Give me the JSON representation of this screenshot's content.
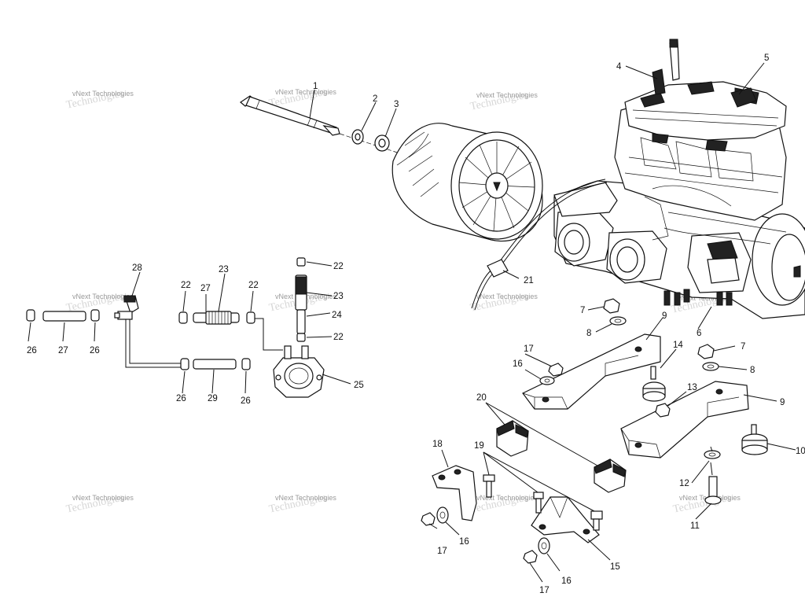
{
  "watermark": {
    "line1": "vNext Technologies",
    "line2": "Technologies"
  },
  "callouts": [
    {
      "id": "c1",
      "text": "1"
    },
    {
      "id": "c2",
      "text": "2"
    },
    {
      "id": "c3",
      "text": "3"
    },
    {
      "id": "c4",
      "text": "4"
    },
    {
      "id": "c5",
      "text": "5"
    },
    {
      "id": "c6",
      "text": "6"
    },
    {
      "id": "c7a",
      "text": "7"
    },
    {
      "id": "c7b",
      "text": "7"
    },
    {
      "id": "c8a",
      "text": "8"
    },
    {
      "id": "c8b",
      "text": "8"
    },
    {
      "id": "c9a",
      "text": "9"
    },
    {
      "id": "c9b",
      "text": "9"
    },
    {
      "id": "c10",
      "text": "10"
    },
    {
      "id": "c11",
      "text": "11"
    },
    {
      "id": "c12",
      "text": "12"
    },
    {
      "id": "c13",
      "text": "13"
    },
    {
      "id": "c14",
      "text": "14"
    },
    {
      "id": "c15",
      "text": "15"
    },
    {
      "id": "c16a",
      "text": "16"
    },
    {
      "id": "c16b",
      "text": "16"
    },
    {
      "id": "c16c",
      "text": "16"
    },
    {
      "id": "c17a",
      "text": "17"
    },
    {
      "id": "c17b",
      "text": "17"
    },
    {
      "id": "c17c",
      "text": "17"
    },
    {
      "id": "c18",
      "text": "18"
    },
    {
      "id": "c19",
      "text": "19"
    },
    {
      "id": "c20",
      "text": "20"
    },
    {
      "id": "c21",
      "text": "21"
    },
    {
      "id": "c22a",
      "text": "22"
    },
    {
      "id": "c22b",
      "text": "22"
    },
    {
      "id": "c22c",
      "text": "22"
    },
    {
      "id": "c22d",
      "text": "22"
    },
    {
      "id": "c23a",
      "text": "23"
    },
    {
      "id": "c23b",
      "text": "23"
    },
    {
      "id": "c24",
      "text": "24"
    },
    {
      "id": "c25",
      "text": "25"
    },
    {
      "id": "c26a",
      "text": "26"
    },
    {
      "id": "c26b",
      "text": "26"
    },
    {
      "id": "c26c",
      "text": "26"
    },
    {
      "id": "c26d",
      "text": "26"
    },
    {
      "id": "c27a",
      "text": "27"
    },
    {
      "id": "c27b",
      "text": "27"
    },
    {
      "id": "c28",
      "text": "28"
    },
    {
      "id": "c29",
      "text": "29"
    }
  ]
}
